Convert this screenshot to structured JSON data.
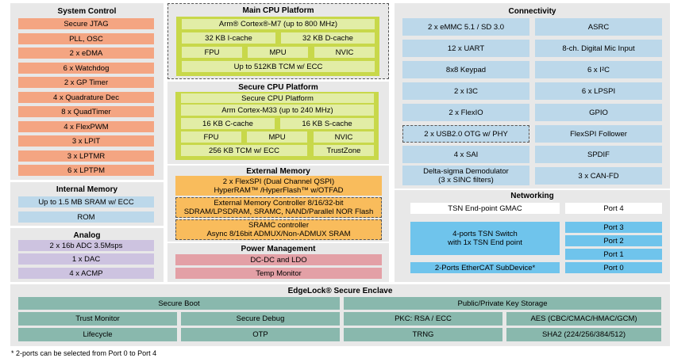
{
  "system_control": {
    "title": "System Control",
    "items": [
      "Secure JTAG",
      "PLL, OSC",
      "2 x eDMA",
      "6 x Watchdog",
      "2 x GP Timer",
      "4 x Quadrature Dec",
      "8 x QuadTimer",
      "4 x FlexPWM",
      "3 x LPIT",
      "3 x LPTMR",
      "6 x LPTPM"
    ]
  },
  "internal_memory": {
    "title": "Internal Memory",
    "items": [
      "Up to 1.5 MB SRAM w/ ECC",
      "ROM"
    ]
  },
  "analog": {
    "title": "Analog",
    "items": [
      "2 x 16b ADC 3.5Msps",
      "1 x DAC",
      "4 x ACMP"
    ]
  },
  "main_cpu": {
    "title": "Main CPU Platform",
    "core": "Arm® Cortex®-M7 (up to 800 MHz)",
    "icache": "32 KB I-cache",
    "dcache": "32 KB D-cache",
    "fpu": "FPU",
    "mpu": "MPU",
    "nvic": "NVIC",
    "tcm": "Up to 512KB TCM w/ ECC"
  },
  "secure_cpu": {
    "title": "Secure CPU Platform",
    "header": "Secure CPU Platform",
    "core": "Arm Cortex-M33 (up to 240 MHz)",
    "ccache": "16 KB C-cache",
    "scache": "16 KB S-cache",
    "fpu": "FPU",
    "mpu": "MPU",
    "nvic": "NVIC",
    "tcm": "256 KB TCM w/ ECC",
    "trustzone": "TrustZone"
  },
  "external_memory": {
    "title": "External Memory",
    "flexspi_line1": "2 x FlexSPI (Dual Channel QSPI)",
    "flexspi_line2": "HyperRAM™ /HyperFlash™ w/OTFAD",
    "emc_line1": "External Memory Controller 8/16/32-bit",
    "emc_line2": "SDRAM/LPSDRAM, SRAMC, NAND/Parallel NOR Flash",
    "sramc_line1": "SRAMC controller",
    "sramc_line2": "Async 8/16bit ADMUX/Non-ADMUX SRAM"
  },
  "power_management": {
    "title": "Power Management",
    "items": [
      "DC-DC and LDO",
      "Temp Monitor"
    ]
  },
  "connectivity": {
    "title": "Connectivity",
    "left": [
      "2 x eMMC 5.1 / SD 3.0",
      "12 x UART",
      "8x8 Keypad",
      "2 x I3C",
      "2 x FlexIO",
      "2 x USB2.0 OTG w/ PHY",
      "4 x SAI"
    ],
    "delta_line1": "Delta-sigma Demodulator",
    "delta_line2": "(3 x SINC filters)",
    "right": [
      "ASRC",
      "8-ch. Digital Mic Input",
      "6 x I²C",
      "6 x LPSPI",
      "GPIO",
      "FlexSPI Follower",
      "SPDIF",
      "3 x CAN-FD"
    ]
  },
  "networking": {
    "title": "Networking",
    "tsn_gmac": "TSN End-point GMAC",
    "port4": "Port 4",
    "switch_line1": "4-ports TSN Switch",
    "switch_line2": "with 1x TSN End point",
    "ports": [
      "Port 3",
      "Port 2",
      "Port 1"
    ],
    "ethercat": "2-Ports EtherCAT SubDevice*",
    "port0": "Port 0"
  },
  "edgelock": {
    "title": "EdgeLock® Secure Enclave",
    "secure_boot": "Secure Boot",
    "pki": "Public/Private Key Storage",
    "trust_monitor": "Trust Monitor",
    "secure_debug": "Secure Debug",
    "pkc": "PKC: RSA / ECC",
    "aes": "AES (CBC/CMAC/HMAC/GCM)",
    "lifecycle": "Lifecycle",
    "otp": "OTP",
    "trng": "TRNG",
    "sha2": "SHA2 (224/256/384/512)"
  },
  "footnote": "* 2-ports can be selected from Port 0 to Port 4"
}
